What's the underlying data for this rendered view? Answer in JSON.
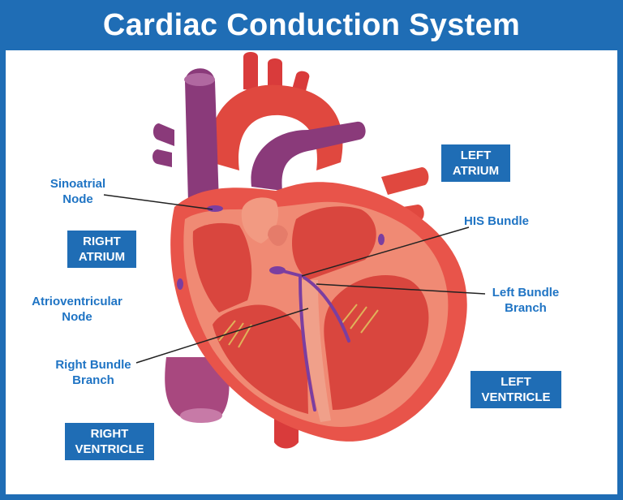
{
  "title": "Cardiac Conduction System",
  "labels": {
    "sinoatrial": "Sinoatrial Node",
    "av_node": "Atrioventricular Node",
    "right_bundle": "Right Bundle Branch",
    "his_bundle": "HIS Bundle",
    "left_bundle": "Left Bundle Branch"
  },
  "regions": {
    "right_atrium": "RIGHT ATRIUM",
    "left_atrium": "LEFT ATRIUM",
    "left_ventricle": "LEFT VENTRICLE",
    "right_ventricle": "RIGHT VENTRICLE"
  },
  "colors": {
    "brand_blue": "#1f6db5",
    "label_blue": "#1f74c4",
    "heart_red": "#e8544a",
    "vessel_purple": "#8a3a7a",
    "conduction_purple": "#7b3ea0"
  }
}
